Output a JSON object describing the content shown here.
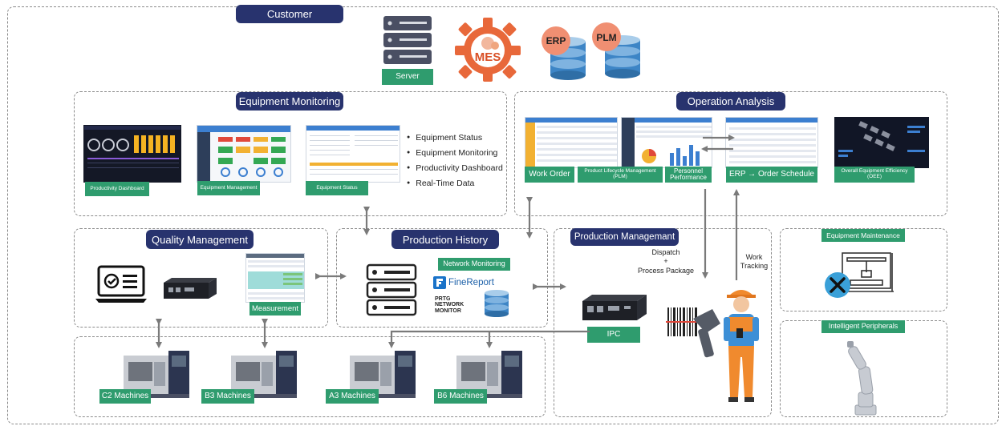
{
  "customer": {
    "label": "Customer",
    "server_label": "Server",
    "mes_label": "MES",
    "erp_label": "ERP",
    "plm_label": "PLM"
  },
  "equipment_monitoring": {
    "title": "Equipment Monitoring",
    "screens": [
      {
        "label": "Productivity Dashboard"
      },
      {
        "label": "Equipment Management"
      },
      {
        "label": "Equipment Status"
      }
    ],
    "bullets": [
      "Equipment Status",
      "Equipment Monitoring",
      "Productivity Dashboard",
      "Real-Time Data"
    ]
  },
  "operation_analysis": {
    "title": "Operation Analysis",
    "screens": [
      {
        "label": "Work Order"
      },
      {
        "label": "Product Lifecycle Management (PLM)"
      },
      {
        "label": "Personnel Performance"
      },
      {
        "label": "ERP → Order Schedule"
      },
      {
        "label": "Overall Equipment Efficiency (OEE)"
      }
    ]
  },
  "quality_management": {
    "title": "Quality Management",
    "measurement_label": "Measurement"
  },
  "production_history": {
    "title": "Production History",
    "network_monitoring_label": "Network Monitoring",
    "finereport_label": "FineReport",
    "prtg_label": "PRTG NETWORK MONITOR"
  },
  "production_management": {
    "title": "Production Managemant",
    "ipc_label": "IPC",
    "dispatch_text": "Dispatch\n+\nProcess Package",
    "work_tracking_text": "Work\nTracking"
  },
  "equipment_maintenance": {
    "title": "Equipment Maintenance"
  },
  "intelligent_peripherals": {
    "title": "Intelligent Peripherals"
  },
  "machines": [
    {
      "label": "C2 Machines"
    },
    {
      "label": "B3 Machines"
    },
    {
      "label": "A3 Machines"
    },
    {
      "label": "B6 Machines"
    }
  ],
  "colors": {
    "navy": "#28336e",
    "green": "#2f9c6e",
    "orange": "#e8683a",
    "arrow": "#7a7a7a"
  }
}
